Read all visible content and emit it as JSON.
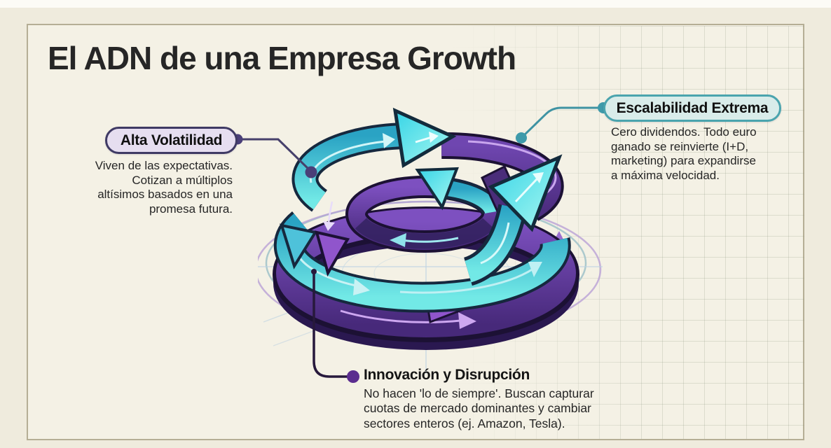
{
  "title": "El ADN de una Empresa Growth",
  "callouts": [
    {
      "id": "alta-volatilidad",
      "label": "Alta Volatilidad",
      "body": "Viven de las expectativas.\nCotizan a múltiplos\naltísimos basados en una\npromesa futura."
    },
    {
      "id": "escalabilidad-extrema",
      "label": "Escalabilidad Extrema",
      "body": "Cero dividendos. Todo euro\nganado se reinvierte (I+D,\nmarketing) para expandirse\na máxima velocidad."
    },
    {
      "id": "innovacion-disrupcion",
      "label": "Innovación y Disrupción",
      "body": "No hacen 'lo de siempre'. Buscan capturar\ncuotas de mercado dominantes y cambiar\nsectores enteros (ej. Amazon, Tesla)."
    }
  ],
  "illustration": {
    "icon": "growth-cycle-arrows-icon"
  },
  "colors": {
    "background": "#f4f1e5",
    "frame_border": "#b5ae95",
    "teal_accent": "#3fb9cf",
    "purple_accent": "#5b3a96",
    "volatilidad_pill_bg": "#e6def0",
    "volatilidad_pill_border": "#3f3a64",
    "escalabilidad_pill_bg": "#d9ecea",
    "escalabilidad_pill_border": "#4aa4ae",
    "innovacion_dot": "#5b2d8f"
  }
}
